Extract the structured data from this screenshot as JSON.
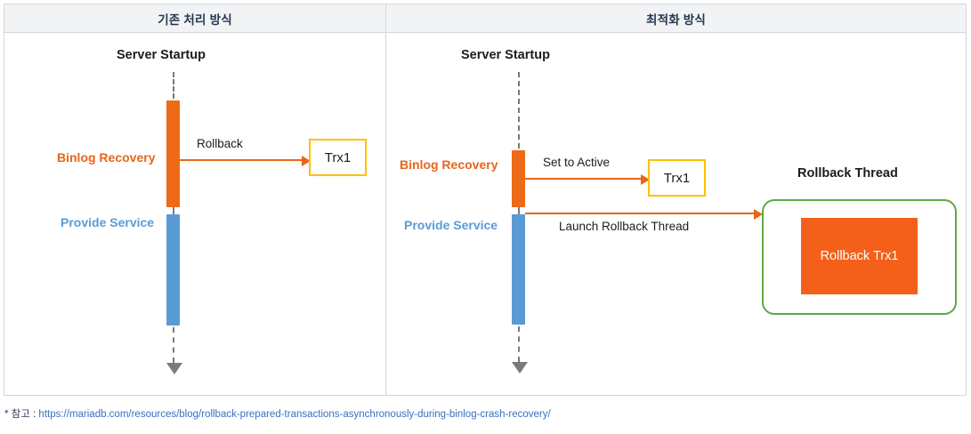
{
  "table": {
    "headers": [
      {
        "label": "기존 처리 방식"
      },
      {
        "label": "최적화 방식"
      }
    ]
  },
  "left_panel": {
    "title": "Server Startup",
    "phase_binlog": "Binlog Recovery",
    "phase_service": "Provide Service",
    "edge_label": "Rollback",
    "trx_box": "Trx1"
  },
  "right_panel": {
    "title": "Server Startup",
    "phase_binlog": "Binlog Recovery",
    "phase_service": "Provide Service",
    "edge_label_active": "Set to Active",
    "edge_label_launch": "Launch Rollback Thread",
    "trx_box": "Trx1",
    "thread_title": "Rollback Thread",
    "thread_task": "Rollback Trx1"
  },
  "footer": {
    "prefix": "* 참고 : ",
    "url": "https://mariadb.com/resources/blog/rollback-prepared-transactions-asynchronously-during-binlog-crash-recovery/"
  },
  "colors": {
    "orange": "#ED6A16",
    "blue": "#5B9BD5",
    "green": "#5FA744",
    "yellow": "#FFC000",
    "header_bg": "#f2f3f5",
    "border": "#d5d7db",
    "link": "#3a6fc4"
  }
}
